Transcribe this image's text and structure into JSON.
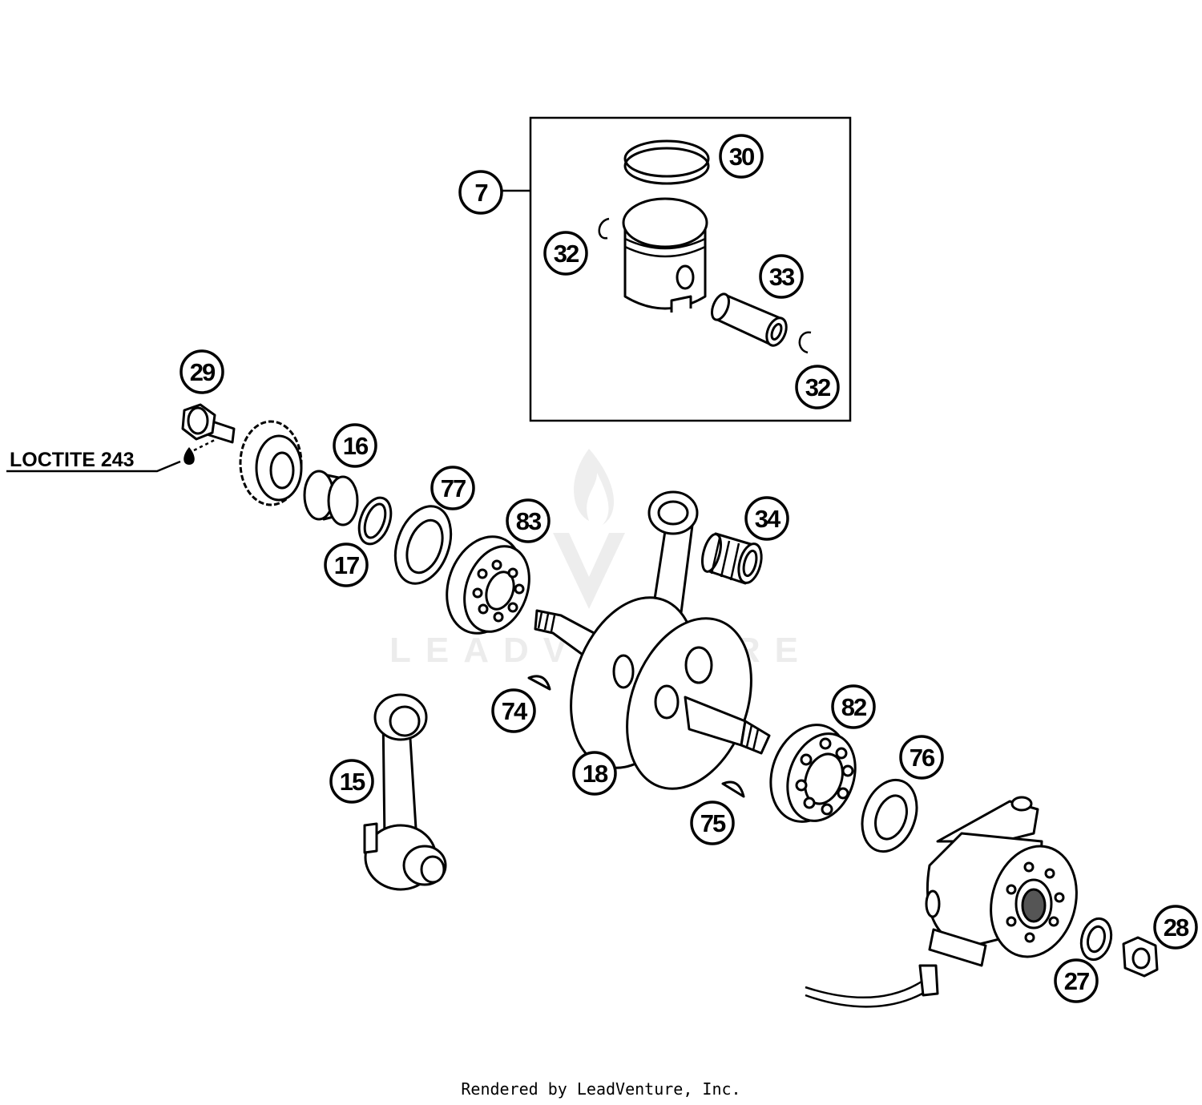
{
  "callouts": [
    {
      "id": "c7",
      "label": "7"
    },
    {
      "id": "c30",
      "label": "30"
    },
    {
      "id": "c32a",
      "label": "32"
    },
    {
      "id": "c33",
      "label": "33"
    },
    {
      "id": "c32b",
      "label": "32"
    },
    {
      "id": "c29",
      "label": "29"
    },
    {
      "id": "c16",
      "label": "16"
    },
    {
      "id": "c77",
      "label": "77"
    },
    {
      "id": "c83",
      "label": "83"
    },
    {
      "id": "c34",
      "label": "34"
    },
    {
      "id": "c17",
      "label": "17"
    },
    {
      "id": "c74",
      "label": "74"
    },
    {
      "id": "c82",
      "label": "82"
    },
    {
      "id": "c76",
      "label": "76"
    },
    {
      "id": "c15",
      "label": "15"
    },
    {
      "id": "c18",
      "label": "18"
    },
    {
      "id": "c75",
      "label": "75"
    },
    {
      "id": "c28",
      "label": "28"
    },
    {
      "id": "c27",
      "label": "27"
    }
  ],
  "note": {
    "label": "LOCTITE 243"
  },
  "watermark": {
    "brand": "LEADVENTURE"
  },
  "footer": {
    "text": "Rendered by LeadVenture, Inc."
  }
}
